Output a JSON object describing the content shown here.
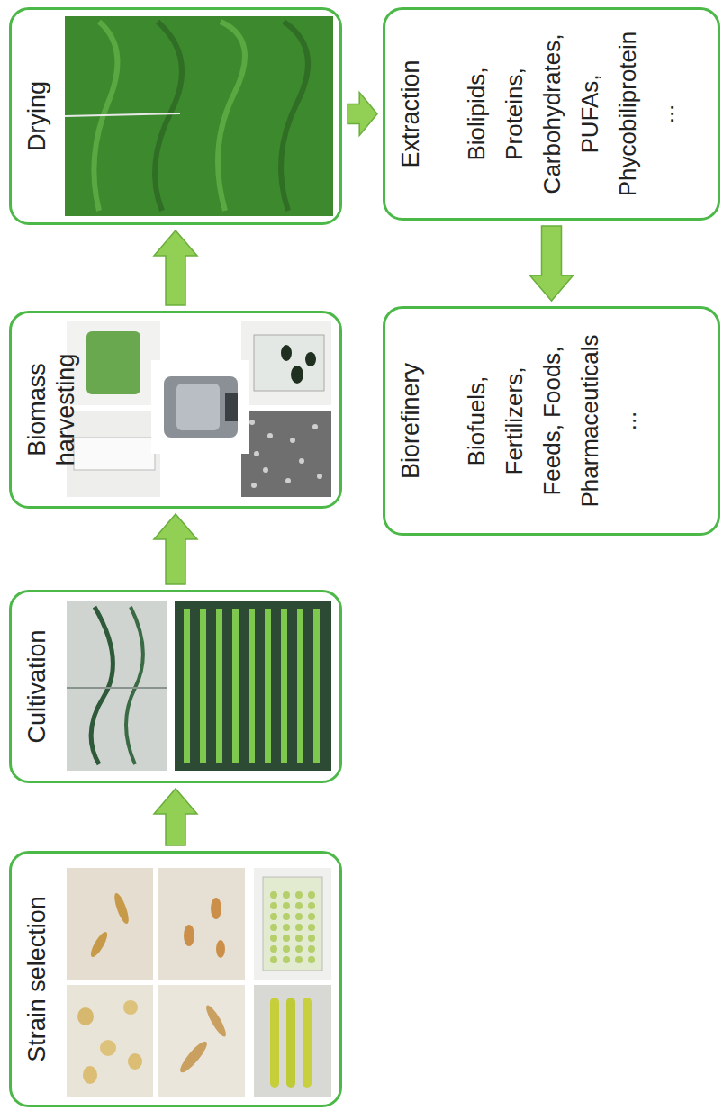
{
  "diagram": {
    "nodes": [
      {
        "text": [
          "Strain selection"
        ]
      },
      {
        "text": [
          "Cultivation"
        ]
      },
      {
        "text": [
          "Biomass harvesting"
        ]
      },
      {
        "text": [
          "Drying"
        ]
      },
      {
        "text": [
          "Extraction",
          "Biolipids, Proteins, Carbohydrates, PUFAs, Phycobiliprotein ..."
        ]
      },
      {
        "text": [
          "Biorefinery",
          "Biofuels, Fertilizers, Feeds, Foods, Pharmaceuticals ..."
        ]
      }
    ],
    "edges": [
      {
        "from": 0,
        "to": 1,
        "arrow": "to"
      },
      {
        "from": 1,
        "to": 2,
        "arrow": "to"
      },
      {
        "from": 2,
        "to": 3,
        "arrow": "to"
      },
      {
        "from": 3,
        "to": 4,
        "arrow": "to"
      },
      {
        "from": 4,
        "to": 5,
        "arrow": "to"
      }
    ]
  }
}
